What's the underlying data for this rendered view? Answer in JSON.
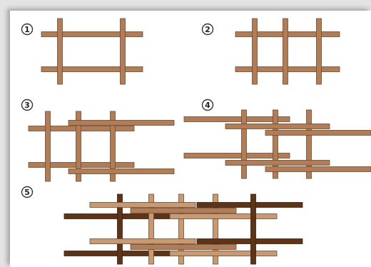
{
  "diagram": {
    "steps": [
      {
        "label": "1"
      },
      {
        "label": "2"
      },
      {
        "label": "3"
      },
      {
        "label": "4"
      },
      {
        "label": "5"
      }
    ]
  },
  "colors": {
    "panel_background": "#ffffff",
    "frame_background": "#e3e3e3",
    "plank_fill": "#b07d58",
    "plank_stroke": "#6e4a2e",
    "plank_light_fill": "#c79a74",
    "plank_dark_fill": "#5e3418",
    "plank_dark_stroke": "#3b1f0c",
    "badge_stroke": "#333333"
  }
}
